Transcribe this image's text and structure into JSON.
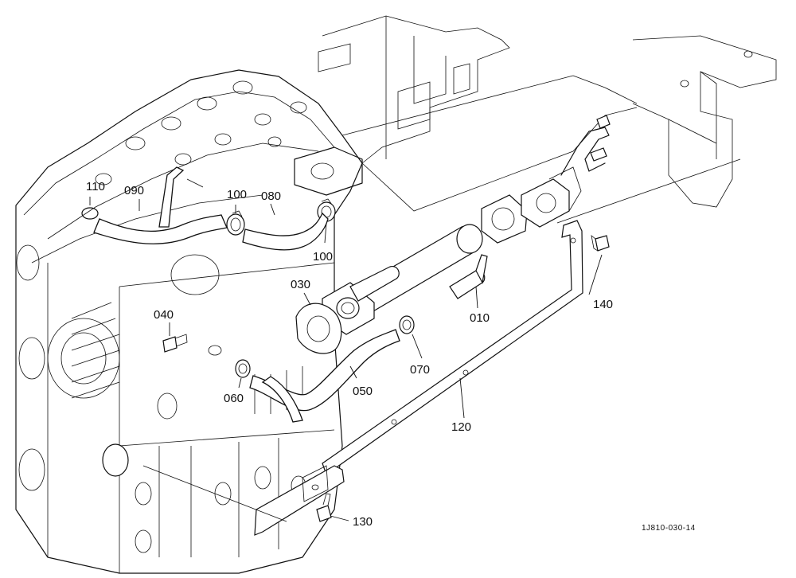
{
  "callouts": {
    "p010": "010",
    "p030": "030",
    "p040": "040",
    "p050": "050",
    "p060": "060",
    "p070": "070",
    "p080": "080",
    "p090": "090",
    "p100a": "100",
    "p100b": "100",
    "p110": "110",
    "p120": "120",
    "p130": "130",
    "p140": "140"
  },
  "drawing_code": "1J810-030-14"
}
